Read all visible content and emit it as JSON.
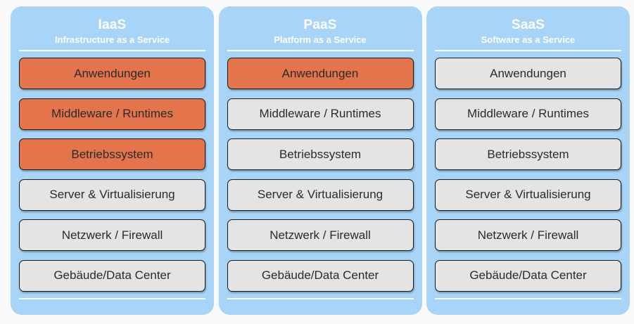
{
  "colors": {
    "page_background": "#fafafa",
    "panel_background": "#a8d4f7",
    "panel_text": "#ffffff",
    "layer_neutral_fill": "#e4e4e4",
    "layer_managed_fill": "#e3744c",
    "layer_border": "#1a1a1a",
    "layer_text": "#2b2b2b",
    "divider": "#ffffff"
  },
  "panels": [
    {
      "title": "IaaS",
      "subtitle": "Infrastructure as a Service",
      "layers": [
        {
          "label": "Anwendungen",
          "style": "managed"
        },
        {
          "label": "Middleware / Runtimes",
          "style": "managed"
        },
        {
          "label": "Betriebssystem",
          "style": "managed"
        },
        {
          "label": "Server & Virtualisierung",
          "style": "neutral"
        },
        {
          "label": "Netzwerk / Firewall",
          "style": "neutral"
        },
        {
          "label": "Gebäude/Data Center",
          "style": "neutral"
        }
      ]
    },
    {
      "title": "PaaS",
      "subtitle": "Platform as a Service",
      "layers": [
        {
          "label": "Anwendungen",
          "style": "managed"
        },
        {
          "label": "Middleware / Runtimes",
          "style": "neutral"
        },
        {
          "label": "Betriebssystem",
          "style": "neutral"
        },
        {
          "label": "Server & Virtualisierung",
          "style": "neutral"
        },
        {
          "label": "Netzwerk / Firewall",
          "style": "neutral"
        },
        {
          "label": "Gebäude/Data Center",
          "style": "neutral"
        }
      ]
    },
    {
      "title": "SaaS",
      "subtitle": "Software as a Service",
      "layers": [
        {
          "label": "Anwendungen",
          "style": "neutral"
        },
        {
          "label": "Middleware / Runtimes",
          "style": "neutral"
        },
        {
          "label": "Betriebssystem",
          "style": "neutral"
        },
        {
          "label": "Server & Virtualisierung",
          "style": "neutral"
        },
        {
          "label": "Netzwerk / Firewall",
          "style": "neutral"
        },
        {
          "label": "Gebäude/Data Center",
          "style": "neutral"
        }
      ]
    }
  ]
}
